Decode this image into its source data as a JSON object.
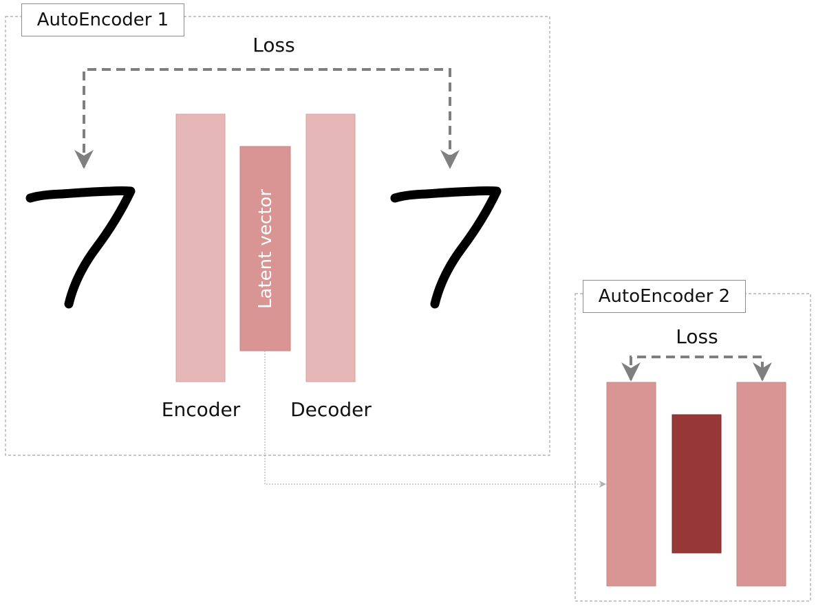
{
  "autoencoder1": {
    "title": "AutoEncoder 1",
    "loss_label": "Loss",
    "encoder_label": "Encoder",
    "decoder_label": "Decoder",
    "latent_label": "Latent vector",
    "input_digit": "7",
    "output_digit": "7"
  },
  "autoencoder2": {
    "title": "AutoEncoder 2",
    "loss_label": "Loss"
  },
  "colors": {
    "encoder_block": "#e6b7b7",
    "latent_block": "#d99494",
    "ae2_outer_block": "#d99494",
    "ae2_latent_block": "#963837",
    "dashed_arrow": "#808080",
    "frame_border": "#a0a0a0",
    "digit": "#000000"
  }
}
